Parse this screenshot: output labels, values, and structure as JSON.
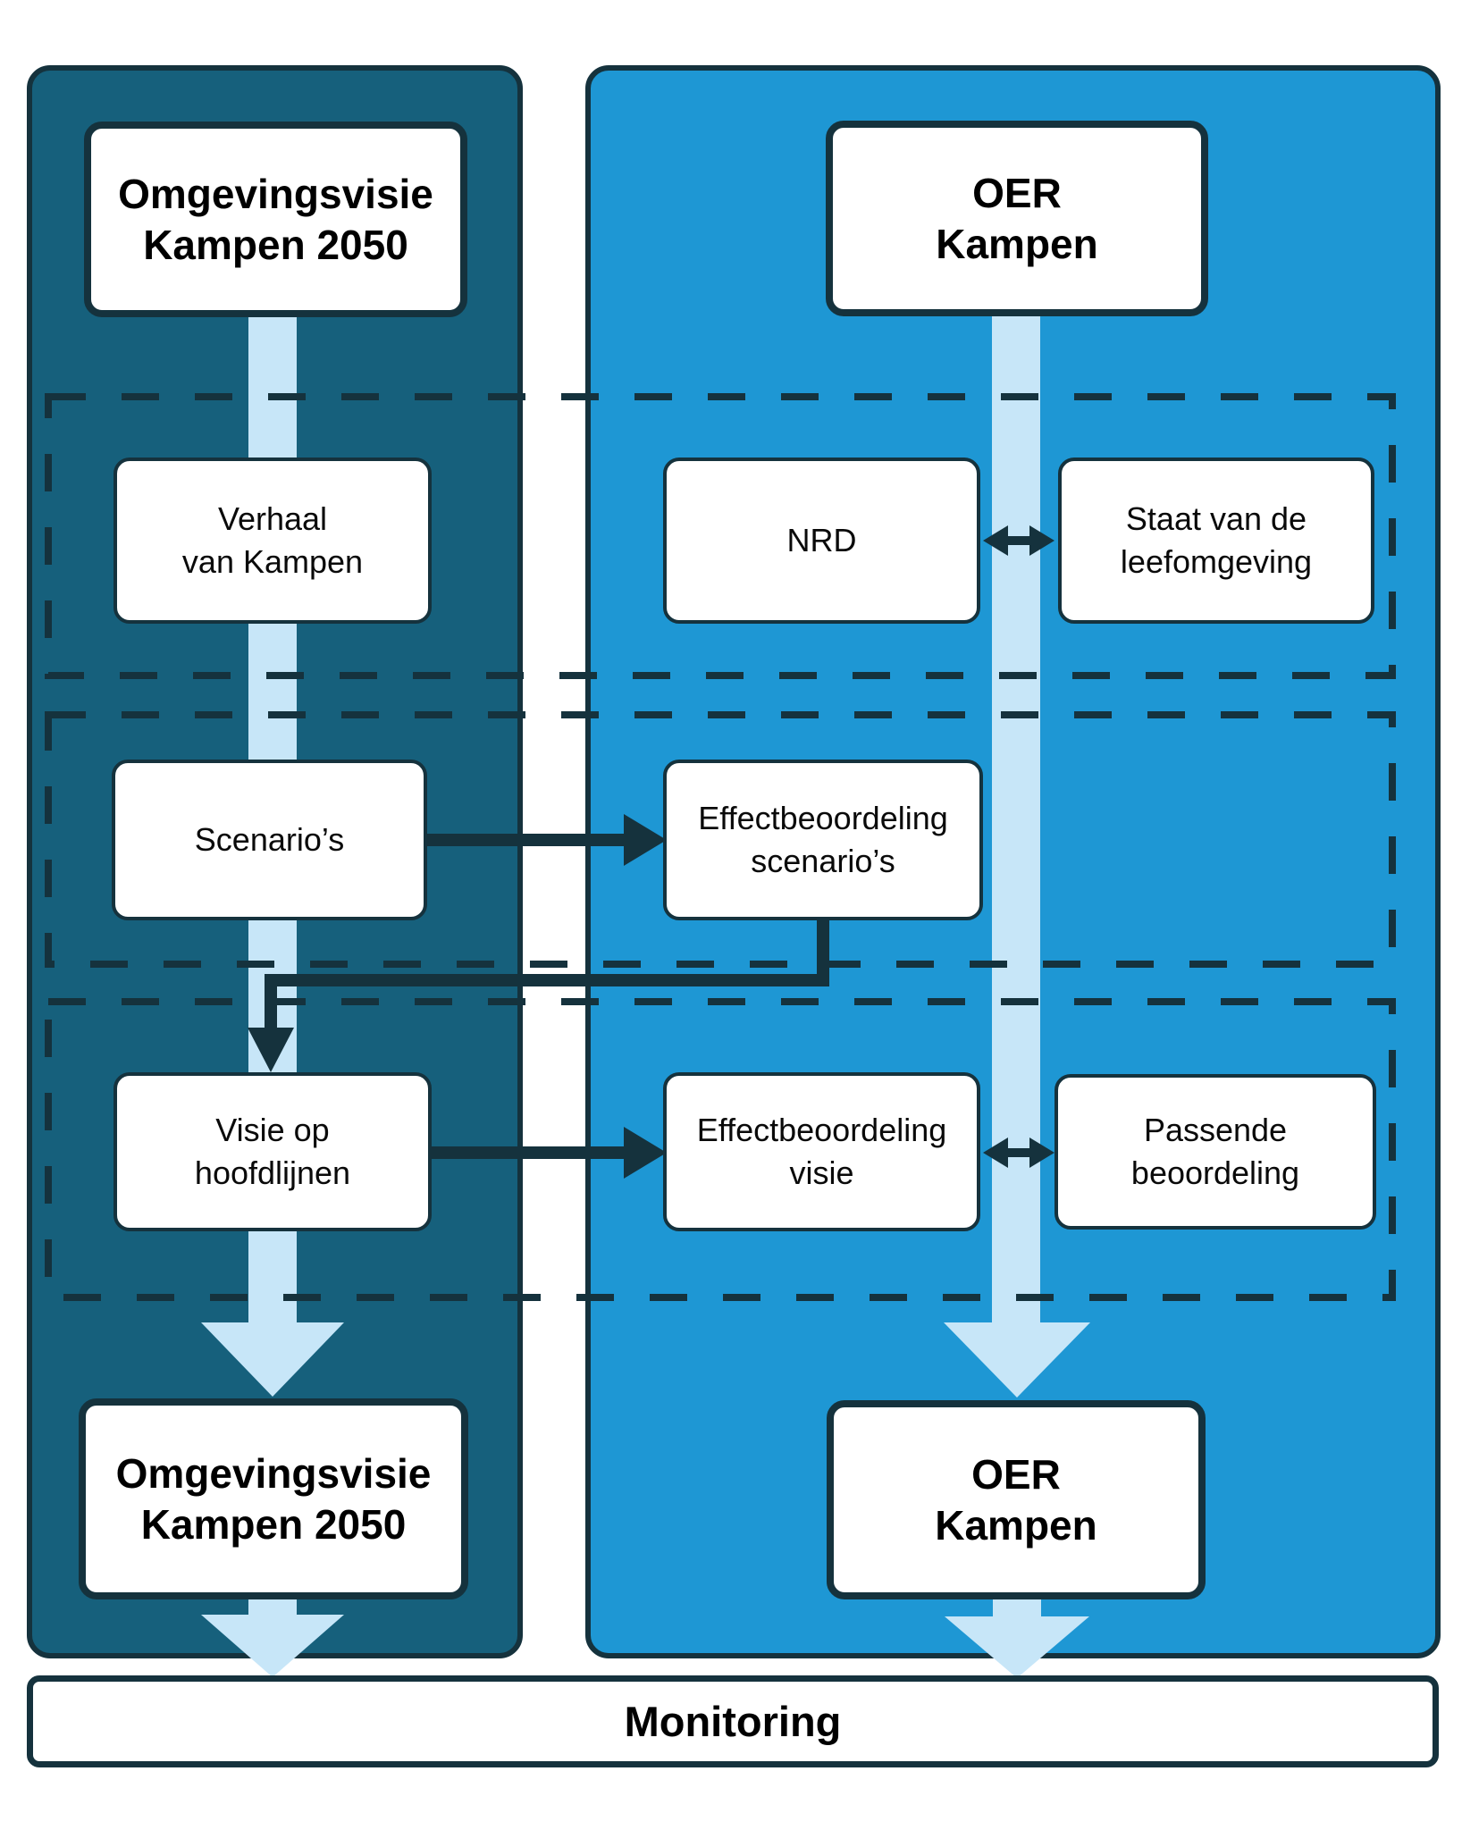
{
  "diagram": {
    "left_column": {
      "title_top": "Omgevingsvisie\nKampen 2050",
      "verhaal": "Verhaal\nvan Kampen",
      "scenarios": "Scenario’s",
      "visie": "Visie op\nhoofdlijnen",
      "title_bottom": "Omgevingsvisie\nKampen 2050"
    },
    "right_column": {
      "title_top": "OER\nKampen",
      "nrd": "NRD",
      "staat": "Staat van de\nleefomgeving",
      "effect_scenarios": "Effectbeoordeling\nscenario’s",
      "effect_visie": "Effectbeoordeling\nvisie",
      "passende": "Passende\nbeoordeling",
      "title_bottom": "OER\nKampen"
    },
    "monitoring": "Monitoring",
    "colors": {
      "left_panel": "#16607C",
      "right_panel": "#1E97D4",
      "flow": "#C7E6F8",
      "stroke": "#15323D",
      "box_bg": "#FFFFFF"
    }
  }
}
